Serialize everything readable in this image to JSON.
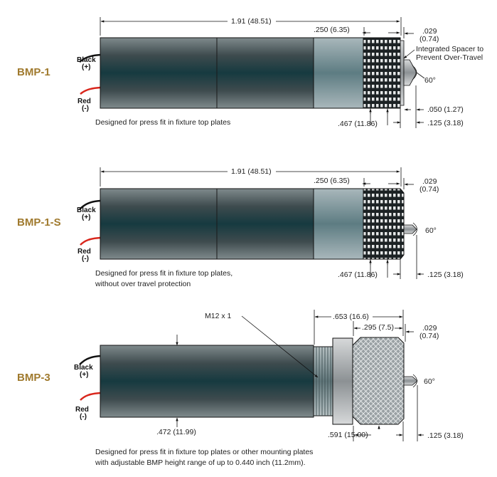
{
  "colors": {
    "model_label": "#a07a2e",
    "wire_red": "#d9261c",
    "wire_black": "#111111"
  },
  "wires": {
    "black": "Black",
    "black_sign": "(+)",
    "red": "Red",
    "red_sign": "(-)"
  },
  "bmp1": {
    "label": "BMP-1",
    "overall_length": "1.91 (48.51)",
    "dim_250": ".250 (6.35)",
    "dim_029": ".029",
    "dim_029_mm": "(0.74)",
    "spacer_note_1": "Integrated Spacer to",
    "spacer_note_2": "Prevent Over-Travel",
    "angle": "60°",
    "dim_050": ".050 (1.27)",
    "dim_125": ".125 (3.18)",
    "dim_467": ".467 (11.86)",
    "note": "Designed for press fit in fixture top plates"
  },
  "bmp1s": {
    "label": "BMP-1-S",
    "overall_length": "1.91 (48.51)",
    "dim_250": ".250 (6.35)",
    "dim_029": ".029",
    "dim_029_mm": "(0.74)",
    "angle": "60°",
    "dim_125": ".125 (3.18)",
    "dim_467": ".467 (11.86)",
    "note_1": "Designed for press fit in fixture top plates,",
    "note_2": "without over travel protection"
  },
  "bmp3": {
    "label": "BMP-3",
    "thread": "M12 x 1",
    "dim_653": ".653 (16.6)",
    "dim_295": ".295 (7.5)",
    "dim_029": ".029",
    "dim_029_mm": "(0.74)",
    "angle": "60°",
    "dim_472": ".472 (11.99)",
    "dim_591": ".591 (15.00)",
    "dim_125": ".125 (3.18)",
    "note_1": "Designed for press fit in fixture top plates or other mounting plates",
    "note_2": "with adjustable BMP height range of up to 0.440 inch (11.2mm)."
  }
}
